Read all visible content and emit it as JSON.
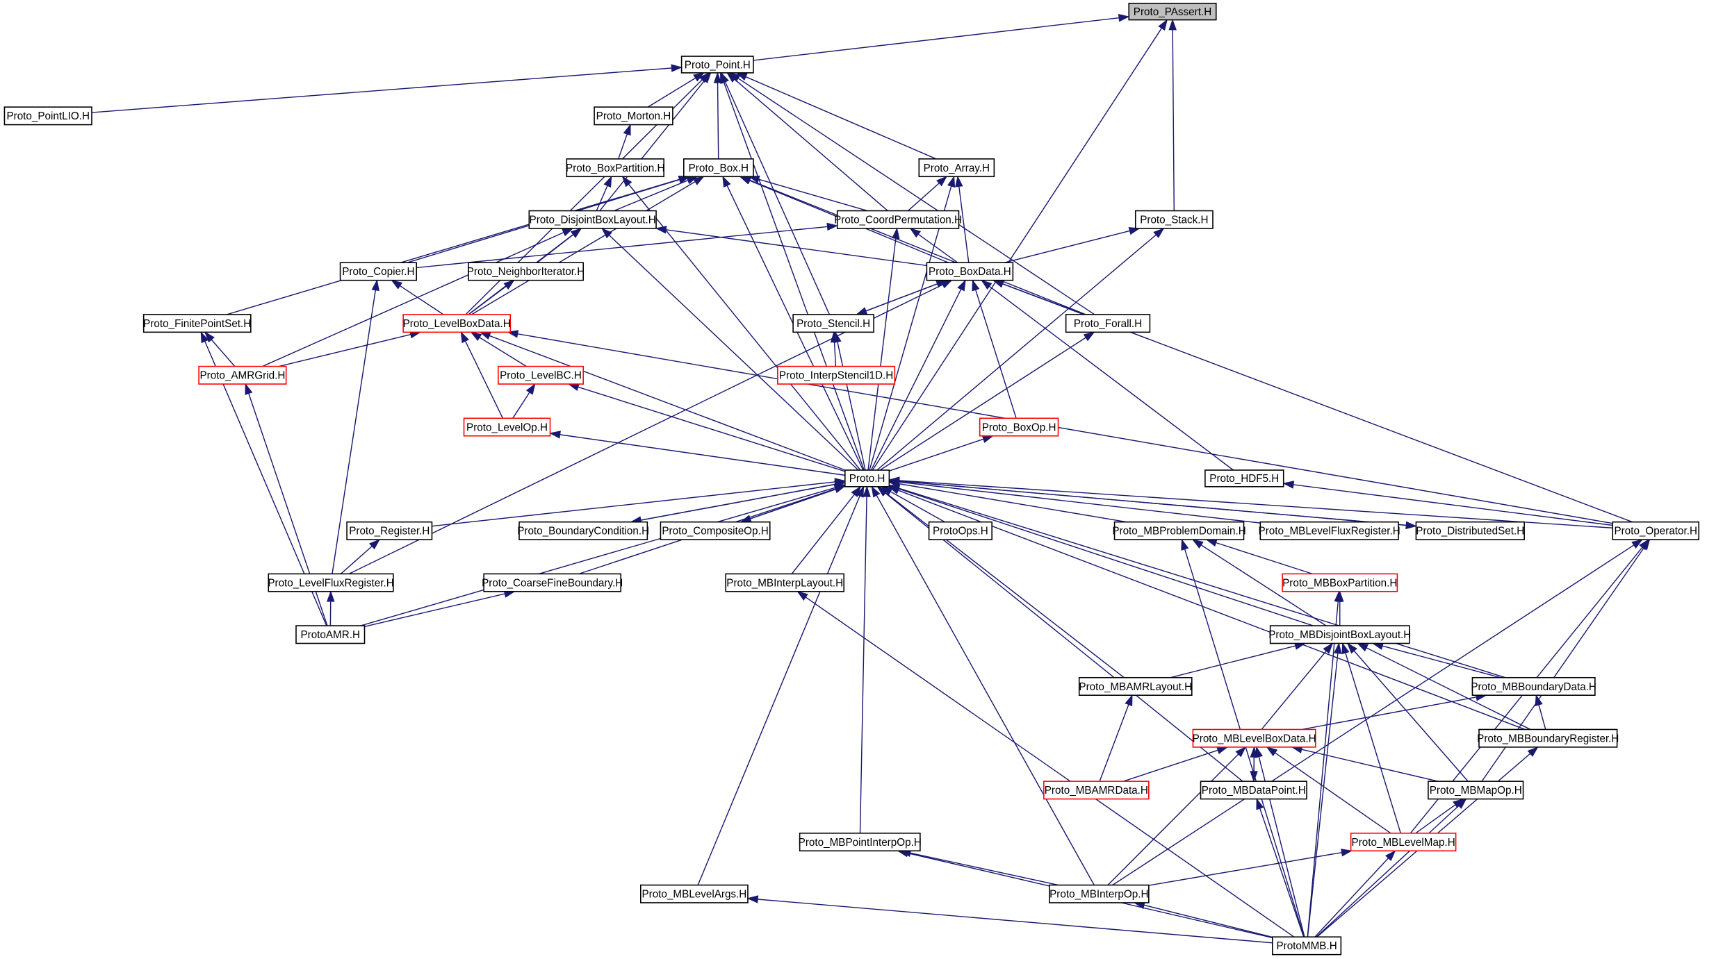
{
  "colors": {
    "edge": "#191970",
    "normal_border": "#000000",
    "truncated_border": "#ff0000",
    "root_fill": "#bfbfbf",
    "fill": "#ffffff"
  },
  "nodes": [
    {
      "id": "PAssert",
      "label": "Proto_PAssert.H",
      "root": true
    },
    {
      "id": "Point",
      "label": "Proto_Point.H"
    },
    {
      "id": "PointLIO",
      "label": "Proto_PointLIO.H"
    },
    {
      "id": "Morton",
      "label": "Proto_Morton.H"
    },
    {
      "id": "BoxPartition",
      "label": "Proto_BoxPartition.H"
    },
    {
      "id": "Box",
      "label": "Proto_Box.H"
    },
    {
      "id": "Array",
      "label": "Proto_Array.H"
    },
    {
      "id": "Stack",
      "label": "Proto_Stack.H"
    },
    {
      "id": "DisjointBoxLayout",
      "label": "Proto_DisjointBoxLayout.H"
    },
    {
      "id": "CoordPermutation",
      "label": "Proto_CoordPermutation.H"
    },
    {
      "id": "Copier",
      "label": "Proto_Copier.H"
    },
    {
      "id": "NeighborIterator",
      "label": "Proto_NeighborIterator.H"
    },
    {
      "id": "BoxData",
      "label": "Proto_BoxData.H"
    },
    {
      "id": "FinitePointSet",
      "label": "Proto_FinitePointSet.H"
    },
    {
      "id": "LevelBoxData",
      "label": "Proto_LevelBoxData.H",
      "truncated": true
    },
    {
      "id": "Stencil",
      "label": "Proto_Stencil.H"
    },
    {
      "id": "Forall",
      "label": "Proto_Forall.H"
    },
    {
      "id": "AMRGrid",
      "label": "Proto_AMRGrid.H",
      "truncated": true
    },
    {
      "id": "LevelBC",
      "label": "Proto_LevelBC.H",
      "truncated": true
    },
    {
      "id": "InterpStencil1D",
      "label": "Proto_InterpStencil1D.H",
      "truncated": true
    },
    {
      "id": "LevelOp",
      "label": "Proto_LevelOp.H",
      "truncated": true
    },
    {
      "id": "BoxOp",
      "label": "Proto_BoxOp.H",
      "truncated": true
    },
    {
      "id": "Proto",
      "label": "Proto.H"
    },
    {
      "id": "HDF5",
      "label": "Proto_HDF5.H"
    },
    {
      "id": "Register",
      "label": "Proto_Register.H"
    },
    {
      "id": "BoundaryCondition",
      "label": "Proto_BoundaryCondition.H"
    },
    {
      "id": "CompositeOp",
      "label": "Proto_CompositeOp.H"
    },
    {
      "id": "ProtoOps",
      "label": "ProtoOps.H"
    },
    {
      "id": "MBProblemDomain",
      "label": "Proto_MBProblemDomain.H"
    },
    {
      "id": "MBLevelFluxRegister",
      "label": "Proto_MBLevelFluxRegister.H"
    },
    {
      "id": "DistributedSet",
      "label": "Proto_DistributedSet.H"
    },
    {
      "id": "Operator",
      "label": "Proto_Operator.H"
    },
    {
      "id": "LevelFluxRegister",
      "label": "Proto_LevelFluxRegister.H"
    },
    {
      "id": "CoarseFineBoundary",
      "label": "Proto_CoarseFineBoundary.H"
    },
    {
      "id": "MBInterpLayout",
      "label": "Proto_MBInterpLayout.H"
    },
    {
      "id": "MBBoxPartition",
      "label": "Proto_MBBoxPartition.H",
      "truncated": true
    },
    {
      "id": "ProtoAMR",
      "label": "ProtoAMR.H"
    },
    {
      "id": "MBDisjointBoxLayout",
      "label": "Proto_MBDisjointBoxLayout.H"
    },
    {
      "id": "MBAMRLayout",
      "label": "Proto_MBAMRLayout.H"
    },
    {
      "id": "MBBoundaryData",
      "label": "Proto_MBBoundaryData.H"
    },
    {
      "id": "MBLevelBoxData",
      "label": "Proto_MBLevelBoxData.H",
      "truncated": true
    },
    {
      "id": "MBBoundaryRegister",
      "label": "Proto_MBBoundaryRegister.H"
    },
    {
      "id": "MBAMRData",
      "label": "Proto_MBAMRData.H",
      "truncated": true
    },
    {
      "id": "MBDataPoint",
      "label": "Proto_MBDataPoint.H"
    },
    {
      "id": "MBMapOp",
      "label": "Proto_MBMapOp.H"
    },
    {
      "id": "MBPointInterpOp",
      "label": "Proto_MBPointInterpOp.H"
    },
    {
      "id": "MBLevelMap",
      "label": "Proto_MBLevelMap.H",
      "truncated": true
    },
    {
      "id": "MBLevelArgs",
      "label": "Proto_MBLevelArgs.H"
    },
    {
      "id": "MBInterpOp",
      "label": "Proto_MBInterpOp.H"
    },
    {
      "id": "ProtoMMB",
      "label": "ProtoMMB.H"
    }
  ],
  "edges": [
    [
      "Point",
      "PAssert"
    ],
    [
      "Stack",
      "PAssert"
    ],
    [
      "Proto",
      "PAssert"
    ],
    [
      "PointLIO",
      "Point"
    ],
    [
      "Morton",
      "Point"
    ],
    [
      "Box",
      "Point"
    ],
    [
      "Array",
      "Point"
    ],
    [
      "CoordPermutation",
      "Point"
    ],
    [
      "Stencil",
      "Point"
    ],
    [
      "Forall",
      "Point"
    ],
    [
      "DisjointBoxLayout",
      "Point"
    ],
    [
      "LevelBoxData",
      "Point"
    ],
    [
      "Proto",
      "Point"
    ],
    [
      "BoxPartition",
      "Morton"
    ],
    [
      "DisjointBoxLayout",
      "BoxPartition"
    ],
    [
      "Proto",
      "BoxPartition"
    ],
    [
      "DisjointBoxLayout",
      "Box"
    ],
    [
      "CoordPermutation",
      "Box"
    ],
    [
      "BoxData",
      "Box"
    ],
    [
      "Copier",
      "Box"
    ],
    [
      "FinitePointSet",
      "Box"
    ],
    [
      "LevelBoxData",
      "Box"
    ],
    [
      "Forall",
      "Box"
    ],
    [
      "Proto",
      "Box"
    ],
    [
      "CoordPermutation",
      "Array"
    ],
    [
      "BoxData",
      "Array"
    ],
    [
      "Proto",
      "Array"
    ],
    [
      "Copier",
      "CoordPermutation"
    ],
    [
      "BoxData",
      "CoordPermutation"
    ],
    [
      "Proto",
      "CoordPermutation"
    ],
    [
      "BoxData",
      "Stack"
    ],
    [
      "Proto",
      "Stack"
    ],
    [
      "NeighborIterator",
      "DisjointBoxLayout"
    ],
    [
      "LevelBoxData",
      "DisjointBoxLayout"
    ],
    [
      "AMRGrid",
      "DisjointBoxLayout"
    ],
    [
      "BoxData",
      "DisjointBoxLayout"
    ],
    [
      "Proto",
      "DisjointBoxLayout"
    ],
    [
      "LevelBoxData",
      "Copier"
    ],
    [
      "LevelFluxRegister",
      "Copier"
    ],
    [
      "LevelBoxData",
      "NeighborIterator"
    ],
    [
      "Stencil",
      "BoxData"
    ],
    [
      "Forall",
      "BoxData"
    ],
    [
      "BoxOp",
      "BoxData"
    ],
    [
      "Proto",
      "BoxData"
    ],
    [
      "HDF5",
      "BoxData"
    ],
    [
      "Operator",
      "BoxData"
    ],
    [
      "LevelFluxRegister",
      "BoxData"
    ],
    [
      "BoxData",
      "Stencil"
    ],
    [
      "AMRGrid",
      "FinitePointSet"
    ],
    [
      "ProtoAMR",
      "FinitePointSet"
    ],
    [
      "AMRGrid",
      "LevelBoxData"
    ],
    [
      "LevelBC",
      "LevelBoxData"
    ],
    [
      "LevelOp",
      "LevelBoxData"
    ],
    [
      "Proto",
      "LevelBoxData"
    ],
    [
      "Operator",
      "LevelBoxData"
    ],
    [
      "InterpStencil1D",
      "Stencil"
    ],
    [
      "Proto",
      "Stencil"
    ],
    [
      "Proto",
      "Forall"
    ],
    [
      "ProtoAMR",
      "AMRGrid"
    ],
    [
      "LevelOp",
      "LevelBC"
    ],
    [
      "Proto",
      "LevelBC"
    ],
    [
      "Proto",
      "LevelOp"
    ],
    [
      "Proto",
      "BoxOp"
    ],
    [
      "Register",
      "Proto"
    ],
    [
      "BoundaryCondition",
      "Proto"
    ],
    [
      "CompositeOp",
      "Proto"
    ],
    [
      "ProtoOps",
      "Proto"
    ],
    [
      "MBProblemDomain",
      "Proto"
    ],
    [
      "MBLevelFluxRegister",
      "Proto"
    ],
    [
      "DistributedSet",
      "Proto"
    ],
    [
      "Operator",
      "Proto"
    ],
    [
      "ProtoAMR",
      "Proto"
    ],
    [
      "CoarseFineBoundary",
      "Proto"
    ],
    [
      "MBInterpLayout",
      "Proto"
    ],
    [
      "MBPointInterpOp",
      "Proto"
    ],
    [
      "MBLevelArgs",
      "Proto"
    ],
    [
      "MBInterpOp",
      "Proto"
    ],
    [
      "MBDataPoint",
      "Proto"
    ],
    [
      "MBAMRLayout",
      "Proto"
    ],
    [
      "MBDisjointBoxLayout",
      "Proto"
    ],
    [
      "MBBoundaryData",
      "Proto"
    ],
    [
      "MBBoundaryRegister",
      "Proto"
    ],
    [
      "Proto",
      "DistributedSet"
    ],
    [
      "Proto",
      "BoundaryCondition"
    ],
    [
      "Proto",
      "CompositeOp"
    ],
    [
      "Operator",
      "HDF5"
    ],
    [
      "LevelFluxRegister",
      "Register"
    ],
    [
      "ProtoAMR",
      "LevelFluxRegister"
    ],
    [
      "ProtoAMR",
      "CoarseFineBoundary"
    ],
    [
      "MBBoxPartition",
      "MBProblemDomain"
    ],
    [
      "MBDisjointBoxLayout",
      "MBProblemDomain"
    ],
    [
      "ProtoMMB",
      "MBProblemDomain"
    ],
    [
      "MBDisjointBoxLayout",
      "MBBoxPartition"
    ],
    [
      "ProtoMMB",
      "MBBoxPartition"
    ],
    [
      "MBInterpOp",
      "Operator"
    ],
    [
      "MBMapOp",
      "Operator"
    ],
    [
      "MBLevelMap",
      "Operator"
    ],
    [
      "MBAMRLayout",
      "MBDisjointBoxLayout"
    ],
    [
      "MBLevelBoxData",
      "MBDisjointBoxLayout"
    ],
    [
      "MBBoundaryData",
      "MBDisjointBoxLayout"
    ],
    [
      "MBBoundaryRegister",
      "MBDisjointBoxLayout"
    ],
    [
      "MBMapOp",
      "MBDisjointBoxLayout"
    ],
    [
      "MBLevelMap",
      "MBDisjointBoxLayout"
    ],
    [
      "ProtoMMB",
      "MBDisjointBoxLayout"
    ],
    [
      "MBAMRData",
      "MBAMRLayout"
    ],
    [
      "MBLevelBoxData",
      "MBBoundaryData"
    ],
    [
      "MBBoundaryRegister",
      "MBBoundaryData"
    ],
    [
      "MBAMRData",
      "MBLevelBoxData"
    ],
    [
      "MBDataPoint",
      "MBLevelBoxData"
    ],
    [
      "MBMapOp",
      "MBLevelBoxData"
    ],
    [
      "MBLevelMap",
      "MBLevelBoxData"
    ],
    [
      "MBInterpOp",
      "MBLevelBoxData"
    ],
    [
      "ProtoMMB",
      "MBLevelBoxData"
    ],
    [
      "MBLevelBoxData",
      "MBDataPoint"
    ],
    [
      "ProtoMMB",
      "MBBoundaryRegister"
    ],
    [
      "ProtoMMB",
      "MBDataPoint"
    ],
    [
      "MBLevelMap",
      "MBMapOp"
    ],
    [
      "ProtoMMB",
      "MBMapOp"
    ],
    [
      "MBInterpOp",
      "MBLevelMap"
    ],
    [
      "ProtoMMB",
      "MBLevelMap"
    ],
    [
      "MBInterpOp",
      "MBPointInterpOp"
    ],
    [
      "ProtoMMB",
      "MBPointInterpOp"
    ],
    [
      "ProtoMMB",
      "MBInterpOp"
    ],
    [
      "ProtoMMB",
      "MBLevelArgs"
    ],
    [
      "ProtoMMB",
      "MBInterpLayout"
    ]
  ]
}
